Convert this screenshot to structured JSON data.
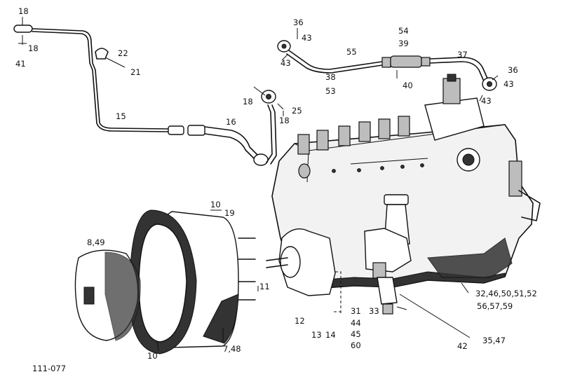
{
  "figure_id": "111-077",
  "callouts": [
    {
      "key": "c18a",
      "text": "18"
    },
    {
      "key": "c18b",
      "text": "18"
    },
    {
      "key": "c41",
      "text": "41"
    },
    {
      "key": "c22",
      "text": "22"
    },
    {
      "key": "c21",
      "text": "21"
    },
    {
      "key": "c15",
      "text": "15"
    },
    {
      "key": "c16",
      "text": "16"
    },
    {
      "key": "c18c",
      "text": "18"
    },
    {
      "key": "c25",
      "text": "25"
    },
    {
      "key": "c18d",
      "text": "18"
    },
    {
      "key": "c36a",
      "text": "36"
    },
    {
      "key": "c43a",
      "text": "43"
    },
    {
      "key": "c43b",
      "text": "43"
    },
    {
      "key": "c54",
      "text": "54"
    },
    {
      "key": "c39",
      "text": "39"
    },
    {
      "key": "c55",
      "text": "55"
    },
    {
      "key": "c37",
      "text": "37"
    },
    {
      "key": "c36b",
      "text": "36"
    },
    {
      "key": "c43c",
      "text": "43"
    },
    {
      "key": "c38",
      "text": "38"
    },
    {
      "key": "c53",
      "text": "53"
    },
    {
      "key": "c40",
      "text": "40"
    },
    {
      "key": "c43d",
      "text": "43"
    },
    {
      "key": "c10a",
      "text": "10"
    },
    {
      "key": "c19",
      "text": "19"
    },
    {
      "key": "c849",
      "text": "8,49"
    },
    {
      "key": "c11",
      "text": "11"
    },
    {
      "key": "c10b",
      "text": "10"
    },
    {
      "key": "c748",
      "text": "7,48"
    },
    {
      "key": "c12",
      "text": "12"
    },
    {
      "key": "c13",
      "text": "13"
    },
    {
      "key": "c14",
      "text": "14"
    },
    {
      "key": "c31",
      "text": "31"
    },
    {
      "key": "c44",
      "text": "44"
    },
    {
      "key": "c45",
      "text": "45"
    },
    {
      "key": "c60",
      "text": "60"
    },
    {
      "key": "c33",
      "text": "33"
    },
    {
      "key": "c42",
      "text": "42"
    },
    {
      "key": "c3547",
      "text": "35,47"
    },
    {
      "key": "c32",
      "text": "32,46,50,51,52"
    },
    {
      "key": "c56",
      "text": "56,57,59"
    }
  ]
}
